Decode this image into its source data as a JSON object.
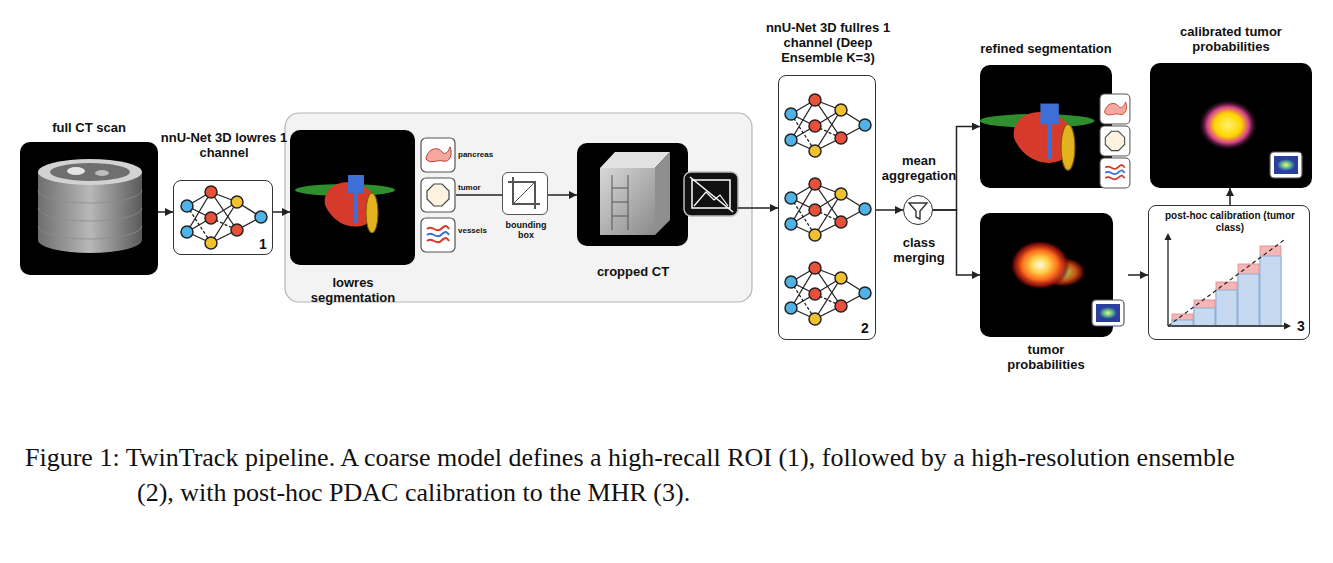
{
  "diagram": {
    "caption": "Figure 1: TwinTrack pipeline. A coarse model defines a high-recall ROI (1), followed by a high-resolution ensemble (2), with post-hoc PDAC calibration to the MHR (3).",
    "nodes": [
      {
        "text": [
          "full CT scan"
        ]
      },
      {
        "text": [
          "nnU-Net 3D lowres 1 channel",
          "1"
        ]
      },
      {
        "text": [
          "lowres segmentation"
        ]
      },
      {
        "text": [
          "bounding box"
        ]
      },
      {
        "text": [
          "cropped CT"
        ]
      },
      {
        "text": [
          "nnU-Net 3D fullres 1 channel (Deep Ensemble K=3)",
          "2"
        ]
      },
      {
        "text": [
          "mean aggregation",
          "class merging"
        ]
      },
      {
        "text": [
          "refined segmentation"
        ]
      },
      {
        "text": [
          "tumor probabilities"
        ]
      },
      {
        "text": [
          "post-hoc calibration (tumor class)",
          "3"
        ]
      },
      {
        "text": [
          "calibrated tumor probabilities"
        ]
      }
    ],
    "edges": [
      {
        "from": 0,
        "to": 1,
        "arrow": "to"
      },
      {
        "from": 1,
        "to": 2,
        "arrow": "to"
      },
      {
        "from": 2,
        "to": 3,
        "arrow": "none"
      },
      {
        "from": 3,
        "to": 4,
        "arrow": "to"
      },
      {
        "from": 4,
        "to": 5,
        "arrow": "to"
      },
      {
        "from": 5,
        "to": 6,
        "arrow": "to"
      },
      {
        "from": 6,
        "to": 7,
        "arrow": "to"
      },
      {
        "from": 6,
        "to": 8,
        "arrow": "to"
      },
      {
        "from": 8,
        "to": 9,
        "arrow": "to"
      },
      {
        "from": 9,
        "to": 10,
        "arrow": "to"
      }
    ],
    "labels": [
      "pancreas",
      "tumor",
      "vessels"
    ]
  }
}
